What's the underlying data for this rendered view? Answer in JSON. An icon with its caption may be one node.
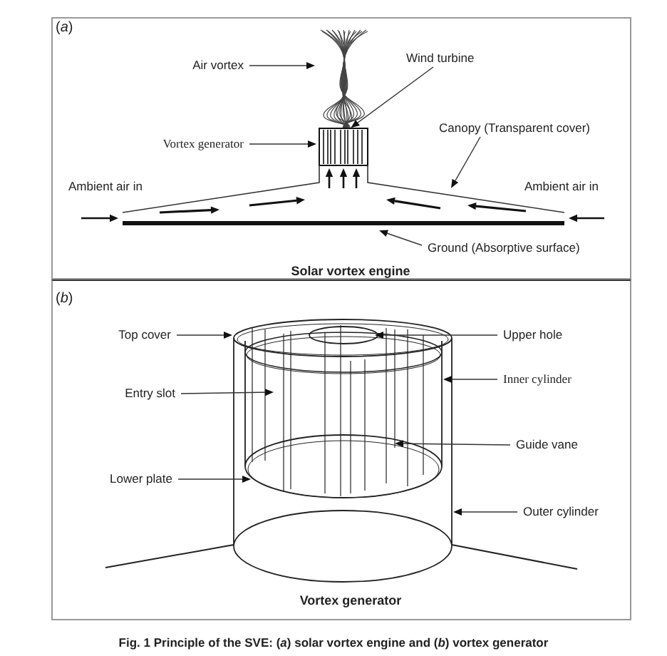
{
  "diagram": {
    "caption": "Fig. 1 Principle of the SVE: (*a*) solar vortex engine and (*b*) vortex generator",
    "nodes": [
      {
        "text": [
          "(*a*)",
          "Solar vortex engine"
        ]
      },
      {
        "text": [
          "Air vortex"
        ],
        "in": 0
      },
      {
        "text": [
          "Wind turbine"
        ],
        "in": 0
      },
      {
        "text": [
          "Vortex generator"
        ],
        "in": 0
      },
      {
        "text": [
          "Canopy (Transparent cover)"
        ],
        "in": 0
      },
      {
        "text": [
          "Ground (Absorptive surface)"
        ],
        "in": 0
      },
      {
        "text": [
          "(*b*)",
          "Vortex generator"
        ]
      },
      {
        "text": [
          "Top cover"
        ],
        "in": 6
      },
      {
        "text": [
          "Upper hole"
        ],
        "in": 6
      },
      {
        "text": [
          "Inner cylinder"
        ],
        "in": 6
      },
      {
        "text": [
          "Entry slot"
        ],
        "in": 6
      },
      {
        "text": [
          "Guide vane"
        ],
        "in": 6
      },
      {
        "text": [
          "Lower plate"
        ],
        "in": 6
      },
      {
        "text": [
          "Outer cylinder"
        ],
        "in": 6
      }
    ],
    "edges": [
      {
        "from": 1,
        "to": null,
        "arrow": "to"
      },
      {
        "from": 2,
        "to": null,
        "arrow": "to"
      },
      {
        "from": 3,
        "to": null,
        "arrow": "to"
      },
      {
        "from": 4,
        "to": null,
        "arrow": "to"
      },
      {
        "from": 5,
        "to": null,
        "arrow": "to"
      },
      {
        "from": 7,
        "to": null,
        "arrow": "to"
      },
      {
        "from": 8,
        "to": null,
        "arrow": "to"
      },
      {
        "from": 9,
        "to": null,
        "arrow": "to"
      },
      {
        "from": 10,
        "to": null,
        "arrow": "to"
      },
      {
        "from": 11,
        "to": null,
        "arrow": "to"
      },
      {
        "from": 12,
        "to": null,
        "arrow": "to"
      },
      {
        "from": 13,
        "to": null,
        "arrow": "to"
      }
    ],
    "labels": [
      "Ambient air in",
      "Ambient air in"
    ]
  }
}
